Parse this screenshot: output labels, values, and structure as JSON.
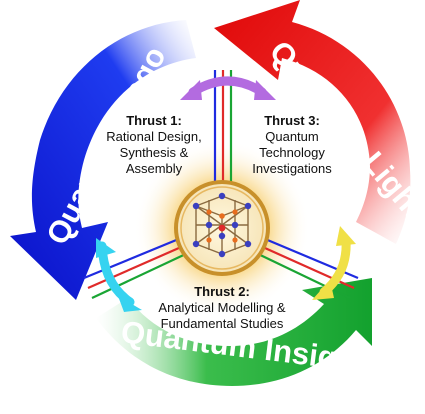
{
  "arrows": [
    {
      "label": "Quantum Lego",
      "color": "#0a1ee0",
      "icon": "circular-arrow-left"
    },
    {
      "label": "Quantum Light",
      "color": "#ee0e0e",
      "icon": "circular-arrow-right"
    },
    {
      "label": "Quantum Insights",
      "color": "#1aa534",
      "icon": "circular-arrow-bottom"
    }
  ],
  "thrusts": [
    {
      "title": "Thrust 1:",
      "lines": [
        "Rational Design,",
        "Synthesis &",
        "Assembly"
      ]
    },
    {
      "title": "Thrust 3:",
      "lines": [
        "Quantum",
        "Technology",
        "Investigations"
      ]
    },
    {
      "title": "Thrust 2:",
      "lines": [
        "Analytical Modelling &",
        "Fundamental Studies"
      ]
    }
  ],
  "connector_colors": {
    "top": "#b36be0",
    "left": "#36d3f0",
    "right": "#f0e046"
  },
  "center": {
    "icon": "crystal-lattice-icon",
    "glow": "#f5c860",
    "ring": "#c8902a"
  }
}
